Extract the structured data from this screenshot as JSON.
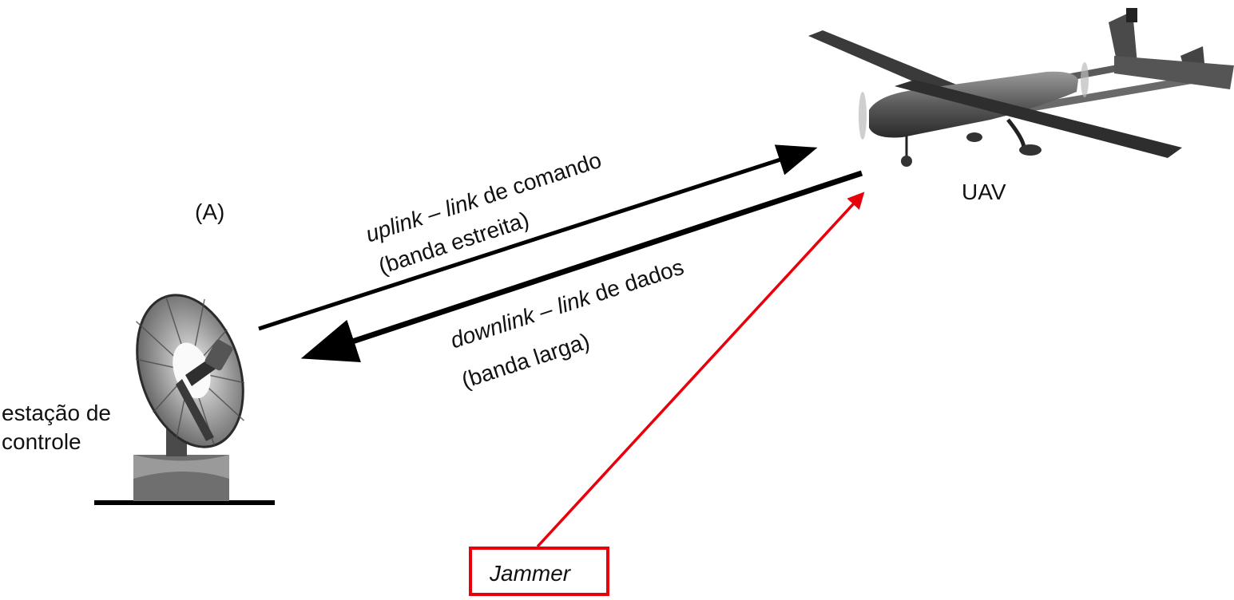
{
  "labels": {
    "label_a": "(A)",
    "uav": "UAV",
    "station_line1": "estação de",
    "station_line2": "controle",
    "uplink_word": "uplink",
    "uplink_dash": " – ",
    "uplink_link": "link",
    "uplink_rest": " de comando",
    "uplink_sub": "(banda estreita)",
    "downlink_word": "downlink",
    "downlink_dash": " – ",
    "downlink_link": "link",
    "downlink_rest": " de dados",
    "downlink_sub": "(banda larga)",
    "jammer": "Jammer"
  },
  "colors": {
    "link_arrows": "#000000",
    "jammer": "#e8000b",
    "station_body": "#6f6f6f",
    "uav_body": "#4a4a4a"
  }
}
